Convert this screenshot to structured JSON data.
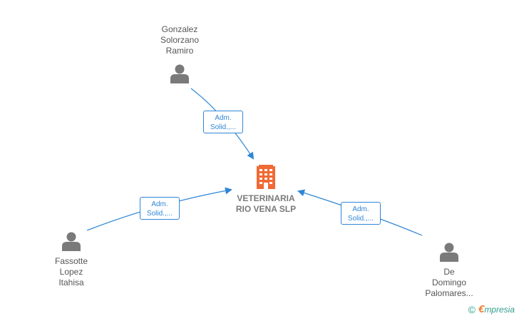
{
  "colors": {
    "edge": "#2f86d6",
    "person_icon": "#7a7a7a",
    "company_icon": "#f06a35",
    "text": "#555555"
  },
  "company": {
    "name_lines": [
      "VETERINARIA",
      "RIO VENA  SLP"
    ],
    "icon": "building-icon"
  },
  "people": [
    {
      "id": "gonzalez",
      "name_lines": [
        "Gonzalez",
        "Solorzano",
        "Ramiro"
      ],
      "icon": "person-icon"
    },
    {
      "id": "fassotte",
      "name_lines": [
        "Fassotte",
        "Lopez",
        "Itahisa"
      ],
      "icon": "person-icon"
    },
    {
      "id": "de-domingo",
      "name_lines": [
        "De",
        "Domingo",
        "Palomares..."
      ],
      "icon": "person-icon"
    }
  ],
  "edges": [
    {
      "from": "gonzalez",
      "label_lines": [
        "Adm.",
        "Solid.,..."
      ]
    },
    {
      "from": "fassotte",
      "label_lines": [
        "Adm.",
        "Solid.,..."
      ]
    },
    {
      "from": "de-domingo",
      "label_lines": [
        "Adm.",
        "Solid.,..."
      ]
    }
  ],
  "footer": {
    "copyright_symbol": "©",
    "brand_first": "€",
    "brand_rest": "mpresia"
  }
}
